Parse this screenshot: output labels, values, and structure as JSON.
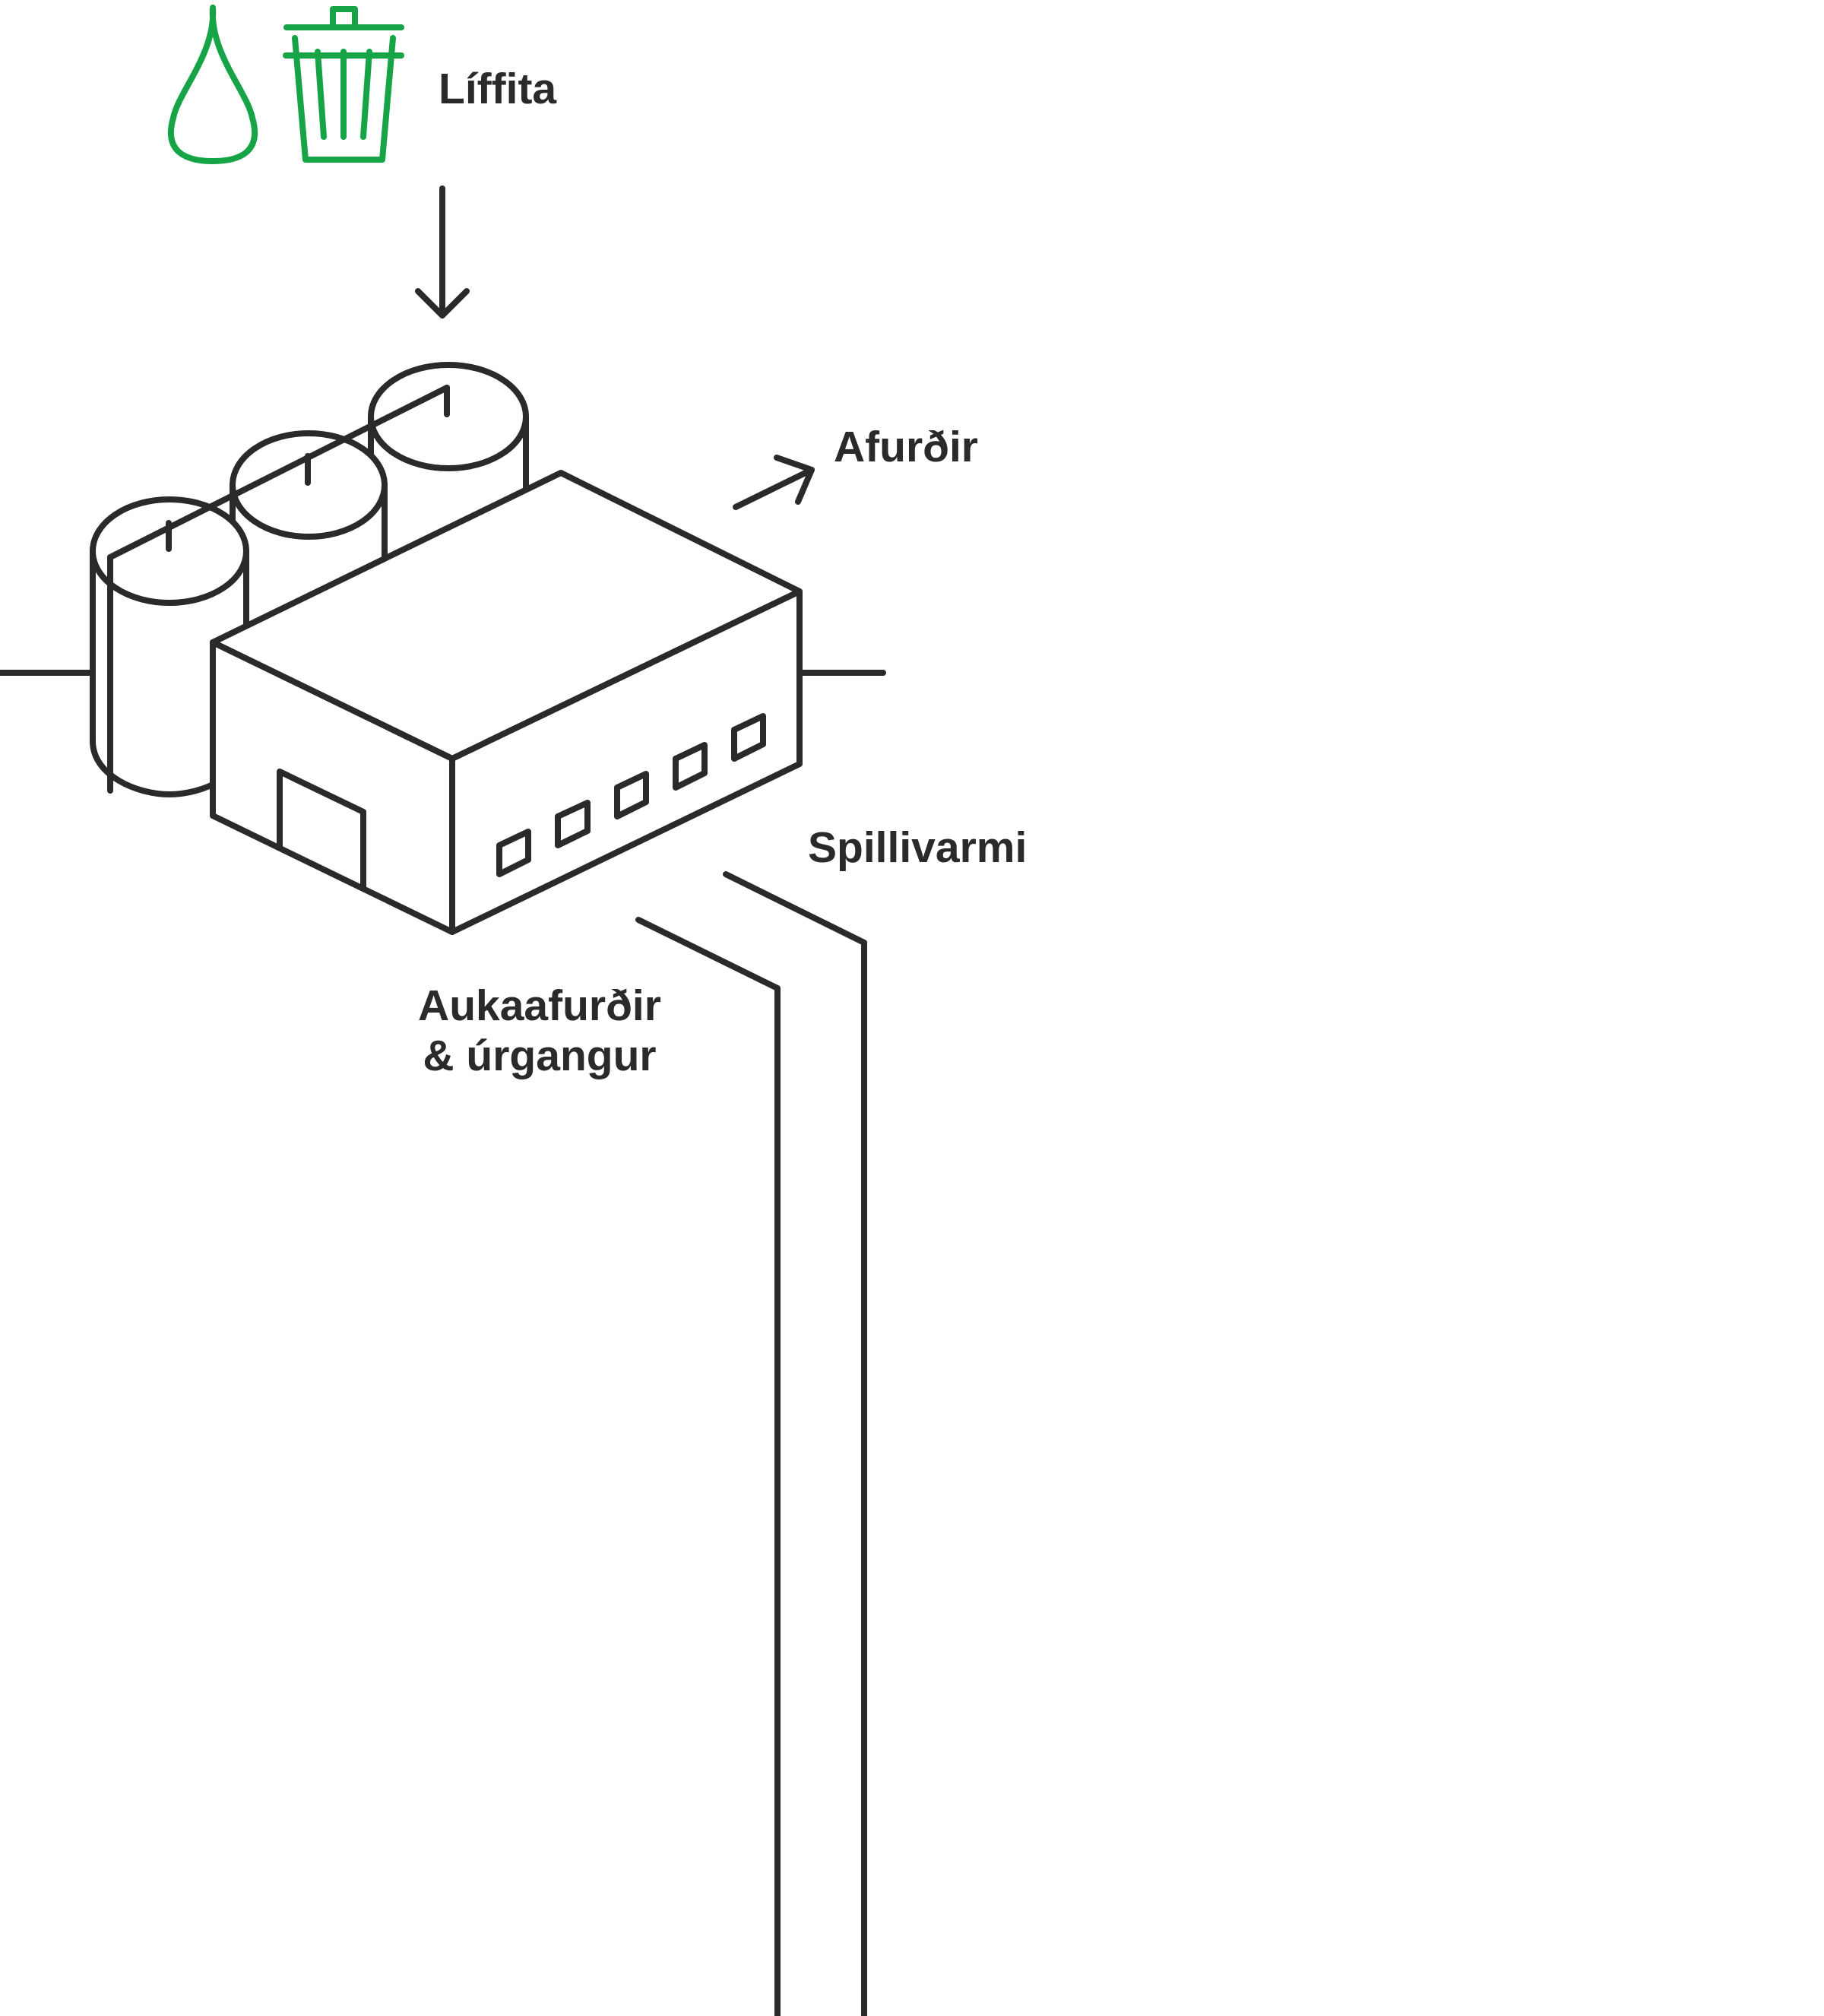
{
  "colors": {
    "line": "#2a2a2a",
    "accent": "#17a447",
    "background": "#ffffff"
  },
  "icons": {
    "input_icons": [
      "droplet-icon",
      "trash-can-icon"
    ],
    "arrows": [
      "arrow-down-icon",
      "arrow-up-right-icon"
    ]
  },
  "labels": {
    "input": "Líffita",
    "products": "Afurðir",
    "waste_heat": "Spillivarmi",
    "byproducts_line1": "Aukaafurðir",
    "byproducts_line2": "& úrgangur"
  }
}
